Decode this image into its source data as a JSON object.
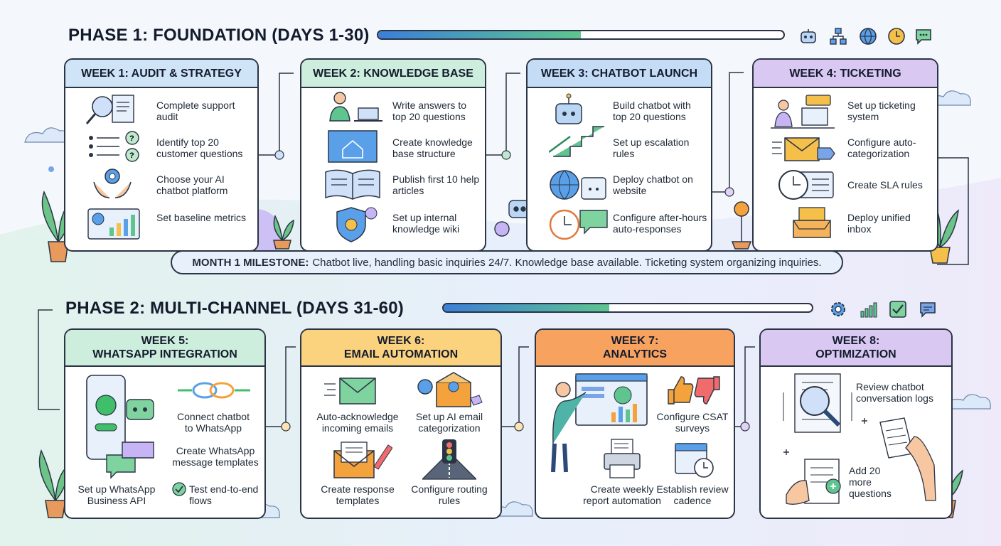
{
  "phase1": {
    "title": "PHASE 1: FOUNDATION (DAYS 1-30)",
    "progress": 0.5,
    "icons": [
      "robot-icon",
      "flowchart-icon",
      "globe-icon",
      "clock-icon",
      "chat-bubble-icon"
    ],
    "weeks": [
      {
        "title": "WEEK 1: AUDIT & STRATEGY",
        "color": "#cfe5f7",
        "items": [
          {
            "icon": "magnifier-document-icon",
            "text": "Complete support audit"
          },
          {
            "icon": "question-list-icon",
            "text": "Identify top 20 customer questions"
          },
          {
            "icon": "hands-gear-icon",
            "text": "Choose your AI chatbot platform"
          },
          {
            "icon": "metrics-chart-icon",
            "text": "Set baseline metrics"
          }
        ]
      },
      {
        "title": "WEEK 2: KNOWLEDGE BASE",
        "color": "#cdeedd",
        "items": [
          {
            "icon": "person-laptop-icon",
            "text": "Write answers to top 20 questions"
          },
          {
            "icon": "blueprint-house-icon",
            "text": "Create knowledge base structure"
          },
          {
            "icon": "open-book-icon",
            "text": "Publish first 10 help articles"
          },
          {
            "icon": "shield-gear-icon",
            "text": "Set up internal knowledge wiki"
          }
        ]
      },
      {
        "title": "WEEK 3: CHATBOT LAUNCH",
        "color": "#c5dcf6",
        "items": [
          {
            "icon": "robot-steps-icon",
            "text": "Build chatbot with top 20 questions"
          },
          {
            "icon": "escalation-arrow-icon",
            "text": "Set up escalation rules"
          },
          {
            "icon": "globe-browser-icon",
            "text": "Deploy chatbot on website"
          },
          {
            "icon": "clock-chat-icon",
            "text": "Configure after-hours auto-responses"
          }
        ]
      },
      {
        "title": "WEEK 4: TICKETING",
        "color": "#d9c8f2",
        "items": [
          {
            "icon": "person-computer-ticket-icon",
            "text": "Set up ticketing system"
          },
          {
            "icon": "envelope-tag-icon",
            "text": "Configure auto-categorization"
          },
          {
            "icon": "clock-list-icon",
            "text": "Create SLA rules"
          },
          {
            "icon": "inbox-tray-icon",
            "text": "Deploy unified inbox"
          }
        ]
      }
    ],
    "milestone_label": "MONTH 1 MILESTONE:",
    "milestone_text": "Chatbot live, handling basic inquiries 24/7. Knowledge base available. Ticketing system organizing inquiries."
  },
  "phase2": {
    "title": "PHASE 2: MULTI-CHANNEL (DAYS 31-60)",
    "progress": 0.45,
    "icons": [
      "gear-icon",
      "bar-chart-icon",
      "checkmark-icon",
      "chat-bubble-icon"
    ],
    "weeks": [
      {
        "title_line1": "WEEK 5:",
        "title_line2": "WHATSAPP INTEGRATION",
        "color": "#cdeedd",
        "items": [
          {
            "icon": "chain-link-icon",
            "text": "Connect chatbot to WhatsApp"
          },
          {
            "icon": "whatsapp-phone-icon",
            "text": "Create WhatsApp message templates"
          },
          {
            "icon": "phone-bot-icon",
            "text": "Set up WhatsApp Business API"
          },
          {
            "icon": "check-circle-icon",
            "text": "Test end-to-end flows"
          }
        ]
      },
      {
        "title_line1": "WEEK 6:",
        "title_line2": "EMAIL AUTOMATION",
        "color": "#fbd27e",
        "items": [
          {
            "icon": "envelope-speed-icon",
            "text": "Auto-acknowledge incoming emails"
          },
          {
            "icon": "envelope-gear-icon",
            "text": "Set up AI email categorization"
          },
          {
            "icon": "envelope-pencil-icon",
            "text": "Create response templates"
          },
          {
            "icon": "traffic-light-icon",
            "text": "Configure routing rules"
          }
        ]
      },
      {
        "title_line1": "WEEK 7:",
        "title_line2": "ANALYTICS",
        "color": "#f8a25f",
        "items": [
          {
            "icon": "thumbs-icon",
            "text": "Configure CSAT surveys"
          },
          {
            "icon": "printer-report-icon",
            "text": "Create weekly report automation"
          },
          {
            "icon": "calendar-clock-icon",
            "text": "Establish review cadence"
          },
          {
            "icon": "presenter-dashboard-icon",
            "text": ""
          }
        ]
      },
      {
        "title_line1": "WEEK 8:",
        "title_line2": "OPTIMIZATION",
        "color": "#d9c8f2",
        "items": [
          {
            "icon": "scroll-magnifier-icon",
            "text": "Review chatbot conversation logs"
          },
          {
            "icon": "hand-documents-icon",
            "text": "Add 20 more questions"
          }
        ]
      }
    ]
  }
}
